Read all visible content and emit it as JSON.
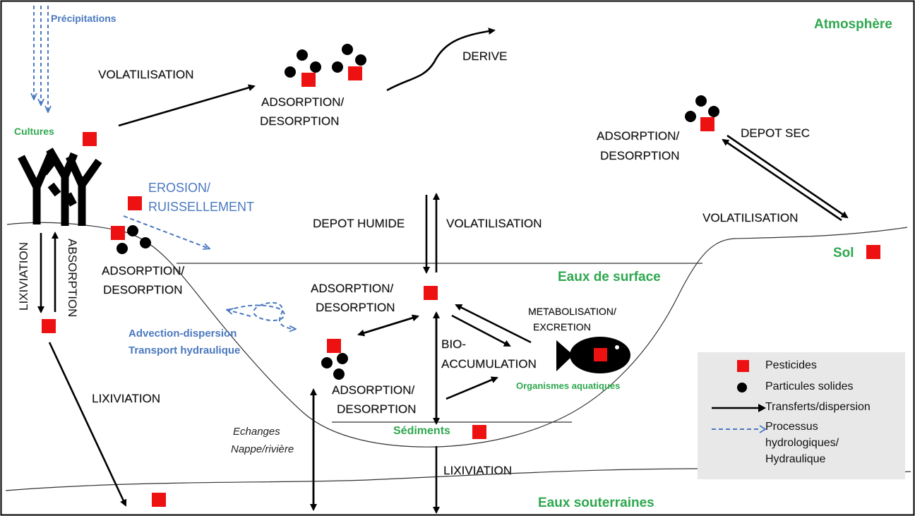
{
  "labels": {
    "precipitations": "Précipitations",
    "atmosphere": "Atmosphère",
    "volatilisation_top": "VOLATILISATION",
    "adsorption_top_1": "ADSORPTION/",
    "adsorption_top_2": "DESORPTION",
    "derive": "DERIVE",
    "cultures": "Cultures",
    "adsorption_right_1": "ADSORPTION/",
    "adsorption_right_2": "DESORPTION",
    "depot_sec": "DEPOT SEC",
    "erosion_1": "EROSION/",
    "erosion_2": "RUISSELLEMENT",
    "depot_humide": "DEPOT HUMIDE",
    "volatilisation_mid": "VOLATILISATION",
    "volatilisation_right": "VOLATILISATION",
    "sol": "Sol",
    "lixiviation_left": "LIXIVIATION",
    "absorption": "ABSORPTION",
    "adsorption_left_1": "ADSORPTION/",
    "adsorption_left_2": "DESORPTION",
    "eaux_surface": "Eaux de surface",
    "adsorption_center_1": "ADSORPTION/",
    "adsorption_center_2": "DESORPTION",
    "metabolisation_1": "METABOLISATION/",
    "metabolisation_2": "EXCRETION",
    "advection_1": "Advection-dispersion",
    "advection_2": "Transport  hydraulique",
    "bio_1": "BIO-",
    "bio_2": "ACCUMULATION",
    "organismes": "Organismes aquatiques",
    "adsorption_bottom_1": "ADSORPTION/",
    "adsorption_bottom_2": "DESORPTION",
    "lixiviation_bottom_left": "LIXIVIATION",
    "echanges_1": "Echanges",
    "echanges_2": "Nappe/rivière",
    "sediments": "Sédiments",
    "lixiviation_bottom": "LIXIVIATION",
    "eaux_souterraines": "Eaux souterraines"
  },
  "legend": {
    "pesticides": "Pesticides",
    "particules": "Particules solides",
    "transferts": "Transferts/dispersion",
    "processus_1": "Processus",
    "processus_2": "hydrologiques/",
    "processus_3": "Hydraulique"
  },
  "colors": {
    "pesticide": "#ee1111",
    "particle": "#000000",
    "zone_label": "#2fa84f",
    "hydro": "#4a78bf",
    "legend_bg": "#e8e8e8"
  }
}
